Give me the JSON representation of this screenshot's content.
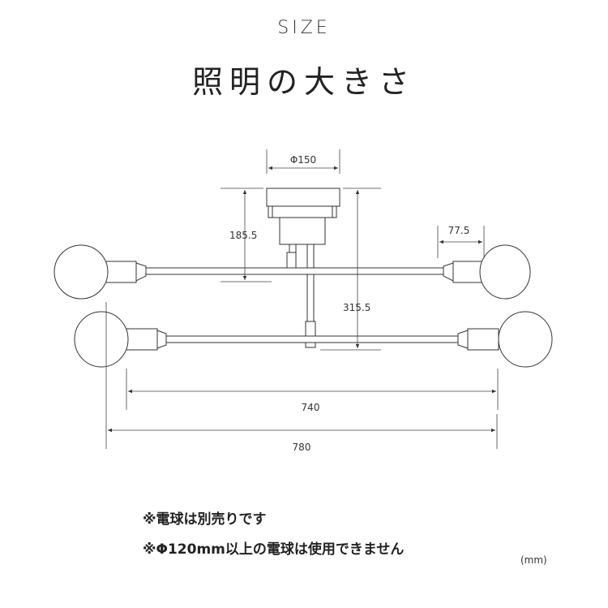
{
  "header": {
    "title_en": "SIZE",
    "title_ja": "照明の大きさ"
  },
  "dimensions": {
    "canopy_diameter": "Φ150",
    "height_to_upper_arm": "185.5",
    "total_height": "315.5",
    "socket_length": "77.5",
    "inner_width": "740",
    "total_width": "780"
  },
  "notes": [
    "※電球は別売りです",
    "※Φ120mm以上の電球は使用できません"
  ],
  "unit": "(mm)"
}
